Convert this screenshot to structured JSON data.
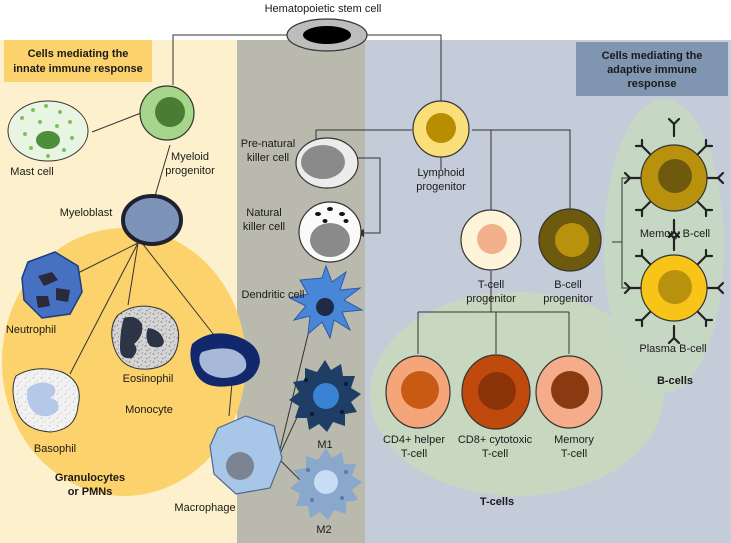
{
  "title": "Hematopoietic stem cell",
  "innate_heading": [
    "Cells mediating the",
    "innate immune response"
  ],
  "adaptive_heading": [
    "Cells mediating the",
    "adaptive immune",
    "response"
  ],
  "cells": {
    "mast": "Mast cell",
    "myeloid": [
      "Myeloid",
      "progenitor"
    ],
    "myeloblast": "Myeloblast",
    "neutrophil": "Neutrophil",
    "eosinophil": "Eosinophil",
    "basophil": "Basophil",
    "monocyte": "Monocyte",
    "macrophage": "Macrophage",
    "pre_nk": [
      "Pre-natural",
      "killer cell"
    ],
    "nk": [
      "Natural",
      "killer cell"
    ],
    "dendritic": "Dendritic cell",
    "m1": "M1",
    "m2": "M2",
    "lymphoid": [
      "Lymphoid",
      "progenitor"
    ],
    "t_prog": [
      "T-cell",
      "progenitor"
    ],
    "b_prog": [
      "B-cell",
      "progenitor"
    ],
    "cd4": [
      "CD4+ helper",
      "T-cell"
    ],
    "cd8": [
      "CD8+ cytotoxic",
      "T-cell"
    ],
    "memory_t": [
      "Memory",
      "T-cell"
    ],
    "memory_b": "Memory B-cell",
    "plasma_b": "Plasma B-cell"
  },
  "groups": {
    "granulocytes": [
      "Granulocytes",
      "or PMNs"
    ],
    "t_cells": "T-cells",
    "b_cells": "B-cells"
  },
  "colors": {
    "innate_bg": "#fdf0cc",
    "middle_bg": "#b9b9ad",
    "adaptive_bg": "#c4ccd9",
    "granulocyte_ellipse": "#fcd26c",
    "tcell_ellipse": "#c8d8c0",
    "bcell_ellipse": "#c6d8c4",
    "innate_heading_bg": "#fcd26c",
    "adaptive_heading_bg": "#8095b0"
  }
}
